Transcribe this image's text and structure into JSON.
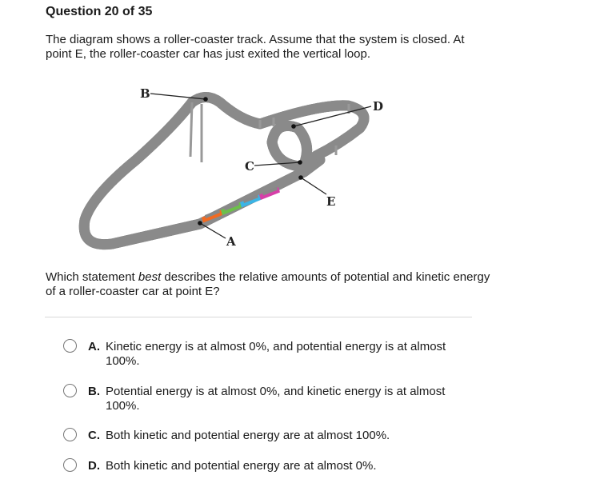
{
  "question_number": "Question 20 of 35",
  "prompt": "The diagram shows a roller-coaster track. Assume that the system is closed. At point E, the roller-coaster car has just exited the vertical loop.",
  "diagram_labels": {
    "A": "A",
    "B": "B",
    "C": "C",
    "D": "D",
    "E": "E"
  },
  "question_before": "Which statement ",
  "question_emph": "best",
  "question_after": " describes the relative amounts of potential and kinetic energy of a roller-coaster car at point E?",
  "options": [
    {
      "letter": "A.",
      "text": "Kinetic energy is at almost 0%, and potential energy is at almost 100%."
    },
    {
      "letter": "B.",
      "text": "Potential energy is at almost 0%, and kinetic energy is at almost 100%."
    },
    {
      "letter": "C.",
      "text": "Both kinetic and potential energy are at almost 100%."
    },
    {
      "letter": "D.",
      "text": "Both kinetic and potential energy are at almost 0%."
    }
  ],
  "colors": {
    "car": [
      "#f26a21",
      "#6cc04a",
      "#3bb4e5",
      "#d63fa8"
    ]
  }
}
